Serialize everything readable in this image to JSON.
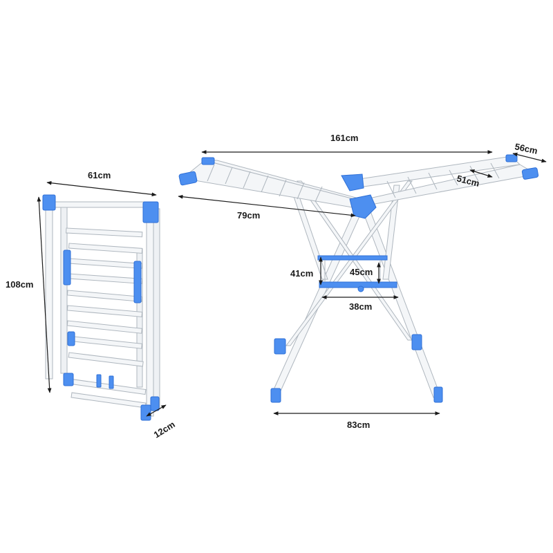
{
  "colors": {
    "frame": "#f4f6f8",
    "frame_edge": "#aeb6be",
    "accent": "#4d8ff0",
    "accent_dark": "#2e6fd6",
    "dimension_line": "#1a1a1a"
  },
  "folded_view": {
    "width_label": "61cm",
    "height_label": "108cm",
    "depth_label": "12cm"
  },
  "open_view": {
    "total_width_label": "161cm",
    "wing_depth_label": "56cm",
    "wing_length_label": "51cm",
    "side_length_label": "79cm",
    "shelf_height_label": "41cm",
    "shelf_depth_label": "45cm",
    "shelf_width_label": "38cm",
    "base_width_label": "83cm"
  }
}
